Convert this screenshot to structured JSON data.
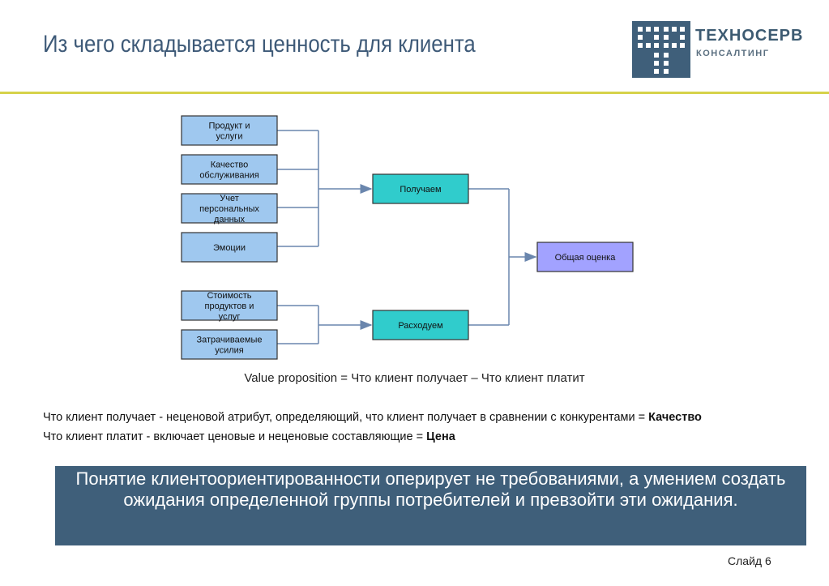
{
  "slide": {
    "title": "Из чего складывается ценность для клиента",
    "number_label": "Слайд 6"
  },
  "logo": {
    "name": "ТЕХНОСЕРВ",
    "sub": "КОНСАЛТИНГ"
  },
  "diagram": {
    "inputs_top": [
      [
        "Продукт и",
        "услуги"
      ],
      [
        "Качество",
        "обслуживания"
      ],
      [
        "Учет",
        "персональных",
        "данных"
      ],
      [
        "Эмоции"
      ]
    ],
    "inputs_bottom": [
      [
        "Стоимость",
        "продуктов и",
        "услуг"
      ],
      [
        "Затрачиваемые",
        "усилия"
      ]
    ],
    "middle_top": "Получаем",
    "middle_bottom": "Расходуем",
    "result": "Общая оценка",
    "colors": {
      "input_fill": "#9fc8ef",
      "middle_fill": "#30cccc",
      "result_fill": "#a2a2ff",
      "connector": "#6a86ad",
      "border": "#333333"
    }
  },
  "text": {
    "formula": "Value proposition = Что клиент получает – Что клиент платит",
    "gets_prefix": "Что клиент получает - неценовой атрибут, определяющий, что клиент получает в сравнении с конкурентами = ",
    "gets_bold": "Качество",
    "pays_prefix": "Что клиент платит - включает ценовые и неценовые составляющие = ",
    "pays_bold": "Цена"
  },
  "quote": "Понятие клиентоориентированности оперирует не требованиями, а умением создать ожидания определенной группы потребителей и превзойти эти ожидания."
}
